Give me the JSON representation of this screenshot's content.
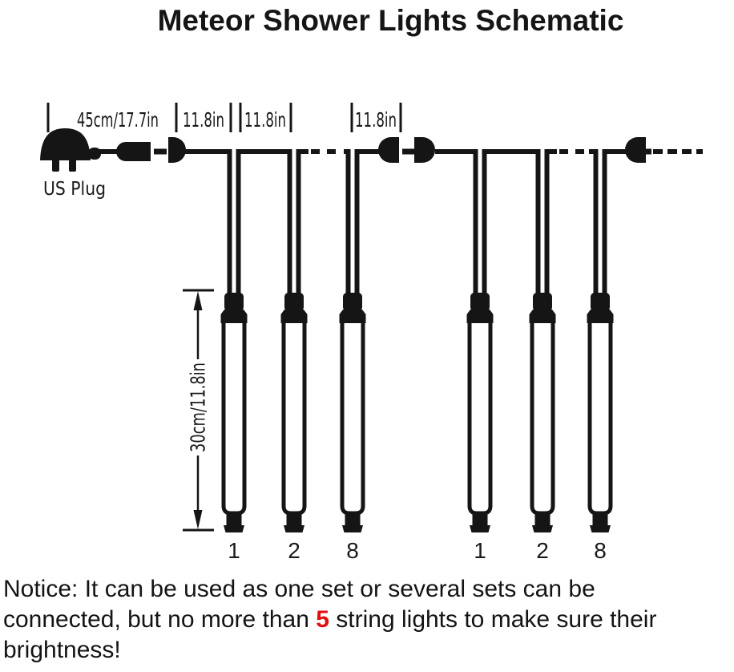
{
  "title": "Meteor Shower Lights Schematic",
  "plug_label": "US Plug",
  "dimensions": {
    "lead_wire": "45cm/17.7in",
    "spacing": [
      "11.8in",
      "11.8in",
      "11.8in"
    ],
    "tube_length": "30cm/11.8in"
  },
  "tube_numbers": {
    "set1": [
      "1",
      "2",
      "8"
    ],
    "set2": [
      "1",
      "2",
      "8"
    ]
  },
  "notice": {
    "line1": "Notice: It can be used as one set or several sets can be",
    "line2_before": "connected, but no more than ",
    "line2_red": "5",
    "line2_after": " string lights to make sure their",
    "line3": "brightness!"
  },
  "colors": {
    "line": "#151515",
    "text": "#1a1a1a",
    "highlight_red": "#e01010"
  }
}
